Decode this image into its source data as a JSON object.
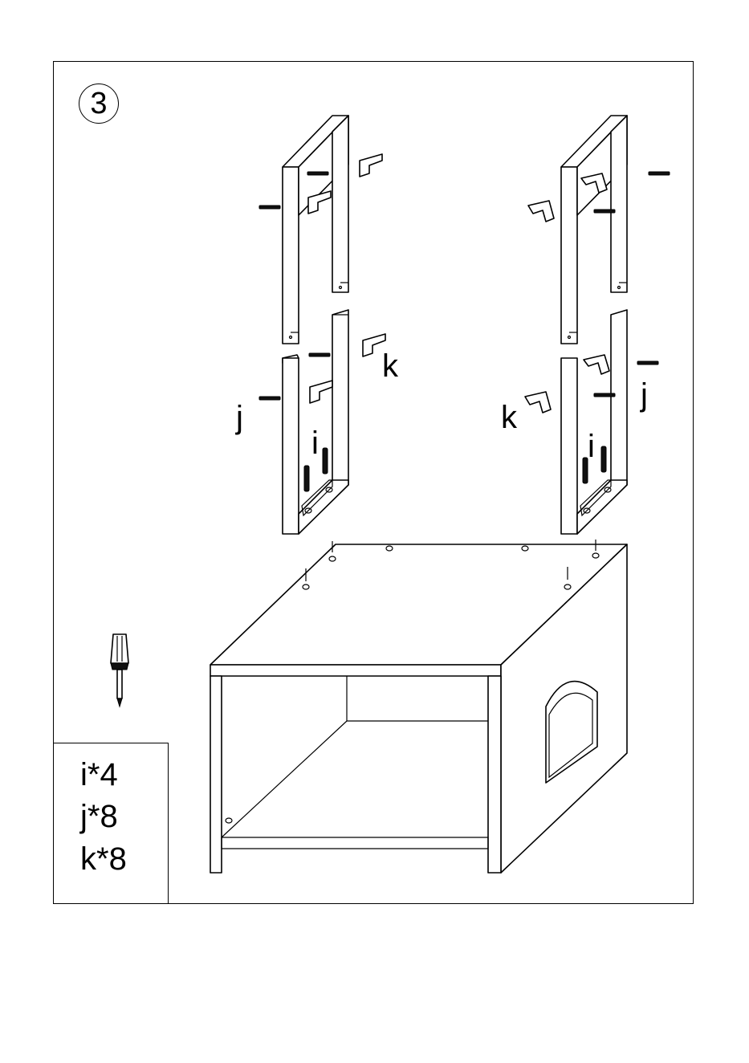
{
  "step": {
    "number": "3"
  },
  "parts": [
    {
      "id": "i",
      "label": "i*4"
    },
    {
      "id": "j",
      "label": "j*8"
    },
    {
      "id": "k",
      "label": "k*8"
    }
  ],
  "callouts": {
    "left_k": "k",
    "left_j": "j",
    "left_i": "i",
    "right_k": "k",
    "right_j": "j",
    "right_i": "i"
  },
  "icons": {
    "tool": "screwdriver-icon",
    "screws": "screw-icon",
    "brackets": "corner-bracket-icon"
  }
}
